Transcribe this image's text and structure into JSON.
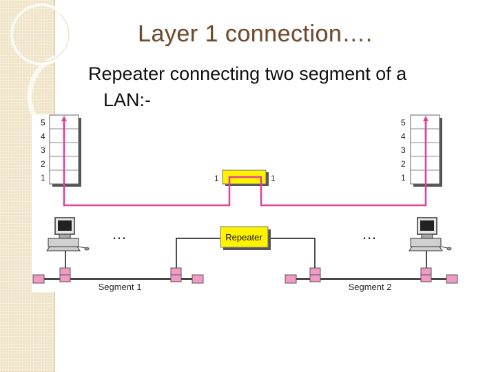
{
  "title": "Layer 1 connection….",
  "body_text": {
    "line1": "Repeater connecting two segment of a",
    "line2": "LAN:-"
  },
  "diagram": {
    "layer_labels": [
      "5",
      "4",
      "3",
      "2",
      "1"
    ],
    "repeater_ports": [
      "1",
      "1"
    ],
    "repeater_label": "Repeater",
    "segment_labels": [
      "Segment 1",
      "Segment 2"
    ],
    "ellipsis": "…",
    "colors": {
      "signal_path": "#e0409a",
      "repeater_fill": "#fff200",
      "tap_fill": "#f29ac4",
      "bus_line": "#111111",
      "sidebar": "#efe3c6"
    },
    "icons": [
      "computer-icon",
      "computer-icon"
    ]
  }
}
